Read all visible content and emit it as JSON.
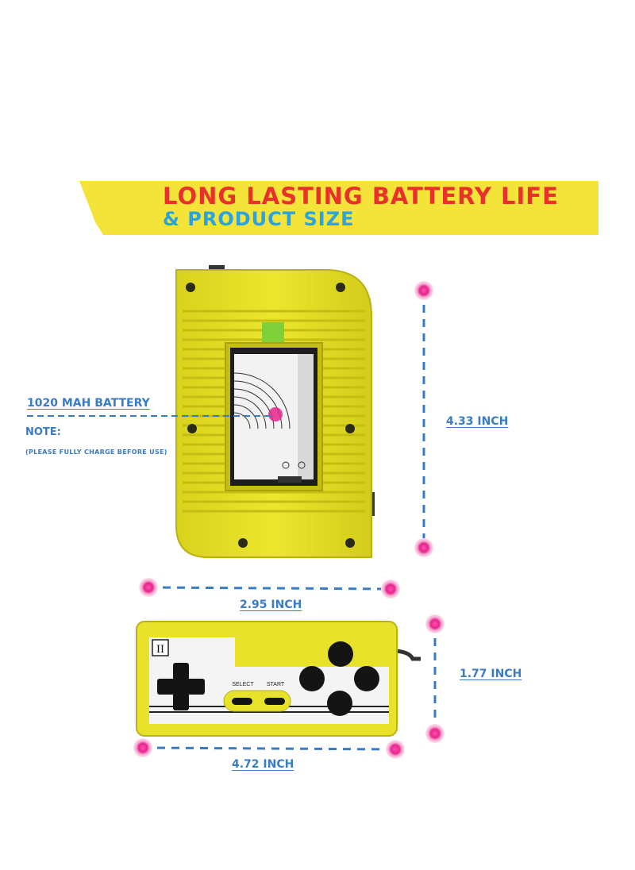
{
  "banner": {
    "title": "LONG LASTING BATTERY LIFE",
    "subtitle": "& PRODUCT SIZE"
  },
  "battery": {
    "label": "1020 MAH BATTERY",
    "note": "NOTE:",
    "note_detail": "(PLEASE FULLY CHARGE BEFORE USE)"
  },
  "dimensions": {
    "console_height": "4.33 INCH",
    "console_width": "2.95 INCH",
    "controller_height": "1.77 INCH",
    "controller_width": "4.72 INCH"
  },
  "controller": {
    "badge": "II",
    "select": "SELECT",
    "start": "START"
  },
  "colors": {
    "banner_yellow": "#f4e43a",
    "title_red": "#e8312a",
    "subtitle_blue": "#2aa3e0",
    "dimension_blue": "#3a7cc4",
    "marker_pink": "#e8258c",
    "console_yellow": "#e8e22a",
    "console_shade": "#cfc716"
  }
}
